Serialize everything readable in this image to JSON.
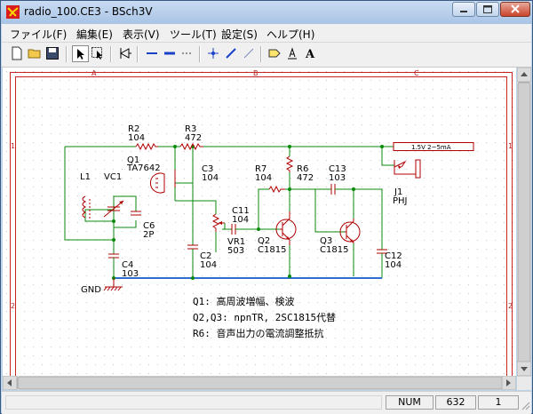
{
  "window": {
    "title": "radio_100.CE3 - BSch3V",
    "minimize_icon": "minimize-icon",
    "maximize_icon": "maximize-icon",
    "close_icon": "close-icon"
  },
  "menu": [
    {
      "label": "ファイル(F)"
    },
    {
      "label": "編集(E)"
    },
    {
      "label": "表示(V)"
    },
    {
      "label": "ツール(T)"
    },
    {
      "label": "設定(S)"
    },
    {
      "label": "ヘルプ(H)"
    }
  ],
  "toolbar": {
    "buttons": [
      "new-file-icon",
      "open-folder-icon",
      "save-disk-icon",
      "select-arrow-icon",
      "drag-select-icon",
      "component-icon",
      "wire-icon",
      "bus-icon",
      "dash-icon",
      "junction-icon",
      "entry-icon",
      "bus-entry-icon",
      "tag-icon",
      "label-icon",
      "comment-icon"
    ],
    "pressed": "select-arrow-icon",
    "comment_glyph": "A"
  },
  "schematic": {
    "grid_labels_top": [
      "A",
      "B",
      "C"
    ],
    "grid_labels_side": [
      "1",
      "2"
    ],
    "components": {
      "r2": {
        "ref": "R2",
        "value": "104"
      },
      "r3": {
        "ref": "R3",
        "value": "472"
      },
      "q1": {
        "ref": "Q1",
        "value": "TA7642"
      },
      "c3": {
        "ref": "C3",
        "value": "104"
      },
      "r7": {
        "ref": "R7",
        "value": "104"
      },
      "r6": {
        "ref": "R6",
        "value": "472"
      },
      "c13": {
        "ref": "C13",
        "value": "103"
      },
      "l1": {
        "ref": "L1"
      },
      "vc1": {
        "ref": "VC1"
      },
      "c6": {
        "ref": "C6",
        "value": "2P"
      },
      "c11": {
        "ref": "C11",
        "value": "104"
      },
      "vr1": {
        "ref": "VR1",
        "value": "503"
      },
      "q2": {
        "ref": "Q2",
        "value": "C1815"
      },
      "q3": {
        "ref": "Q3",
        "value": "C1815"
      },
      "c4": {
        "ref": "C4",
        "value": "103"
      },
      "c2": {
        "ref": "C2",
        "value": "104"
      },
      "c12": {
        "ref": "C12",
        "value": "104"
      },
      "j1": {
        "ref": "J1",
        "value": "PHJ"
      },
      "gnd": {
        "label": "GND"
      },
      "power_tag": {
        "label": "1.5V 2~5mA"
      }
    },
    "notes": [
      "Q1: 高周波増幅、検波",
      "Q2,Q3: npnTR, 2SC1815代替",
      "R6: 音声出力の電流調整抵抗"
    ]
  },
  "status": {
    "mode": "NUM",
    "x": "632",
    "y": "1"
  },
  "colors": {
    "wire": "#0a8a0a",
    "component": "#b00000",
    "bus": "#2f6fd0",
    "frame": "#cc2222"
  }
}
